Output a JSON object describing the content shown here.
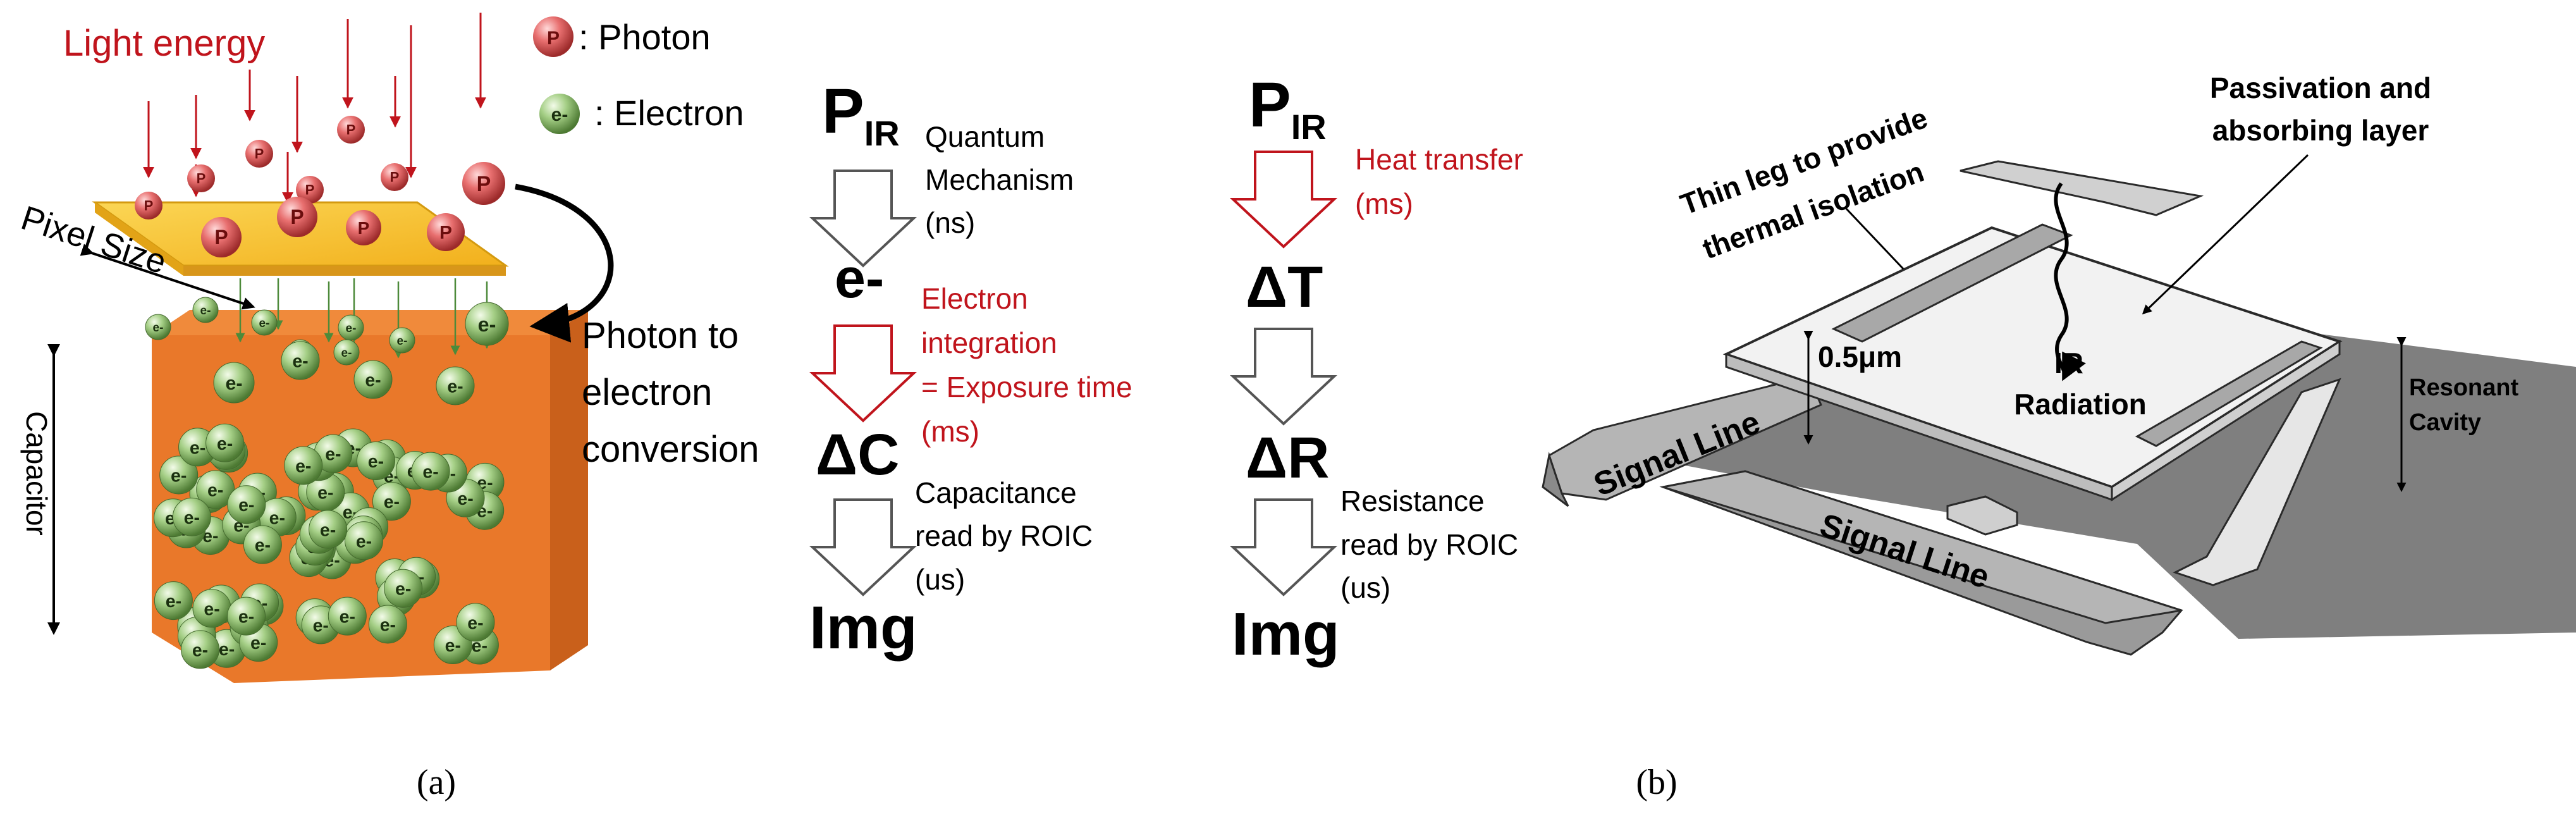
{
  "panel_a": {
    "light_energy": "Light energy",
    "photon_legend": ": Photon",
    "electron_legend": ": Electron",
    "photon_symbol": "P",
    "electron_symbol": "e-",
    "pixel_size": "Pixel Size",
    "capacitor": "Capacitor",
    "conversion_line1": "Photon to",
    "conversion_line2": "electron",
    "conversion_line3": "conversion",
    "caption": "(a)"
  },
  "flow_quantum": {
    "p": "P",
    "p_sub": "IR",
    "step1_line1": "Quantum",
    "step1_line2": "Mechanism",
    "step1_line3": "(ns)",
    "e": "e-",
    "step2_line1": "Electron",
    "step2_line2": "integration",
    "step2_line3": "= Exposure time",
    "step2_line4": "(ms)",
    "dc": "ΔC",
    "step3_line1": "Capacitance",
    "step3_line2": "read  by ROIC",
    "step3_line3": "(us)",
    "img": "Img"
  },
  "flow_thermal": {
    "p": "P",
    "p_sub": "IR",
    "step1_line1": "Heat transfer",
    "step1_line2": "(ms)",
    "dt": "ΔT",
    "dr": "ΔR",
    "step3_line1": "Resistance",
    "step3_line2": "read by ROIC",
    "step3_line3": "(us)",
    "img": "Img"
  },
  "panel_b": {
    "thin_leg_line1": "Thin leg to provide",
    "thin_leg_line2": "thermal isolation",
    "passivation_line1": "Passivation and",
    "passivation_line2": "absorbing layer",
    "thickness": "0.5μm",
    "ir_line1": "IR",
    "ir_line2": "Radiation",
    "resonant_line1": "Resonant",
    "resonant_line2": "Cavity",
    "signal_line_left": "Signal Line",
    "signal_line_bottom": "Signal Line",
    "caption": "(b)"
  },
  "colors": {
    "red_text": "#c0141c",
    "photon": "#e06a6a",
    "electron": "#8fbf6e",
    "top_plate": "#f7c12f",
    "capacitor_front": "#e9782a",
    "capacitor_side": "#c9601b",
    "shadow": "#7f7f7f"
  }
}
